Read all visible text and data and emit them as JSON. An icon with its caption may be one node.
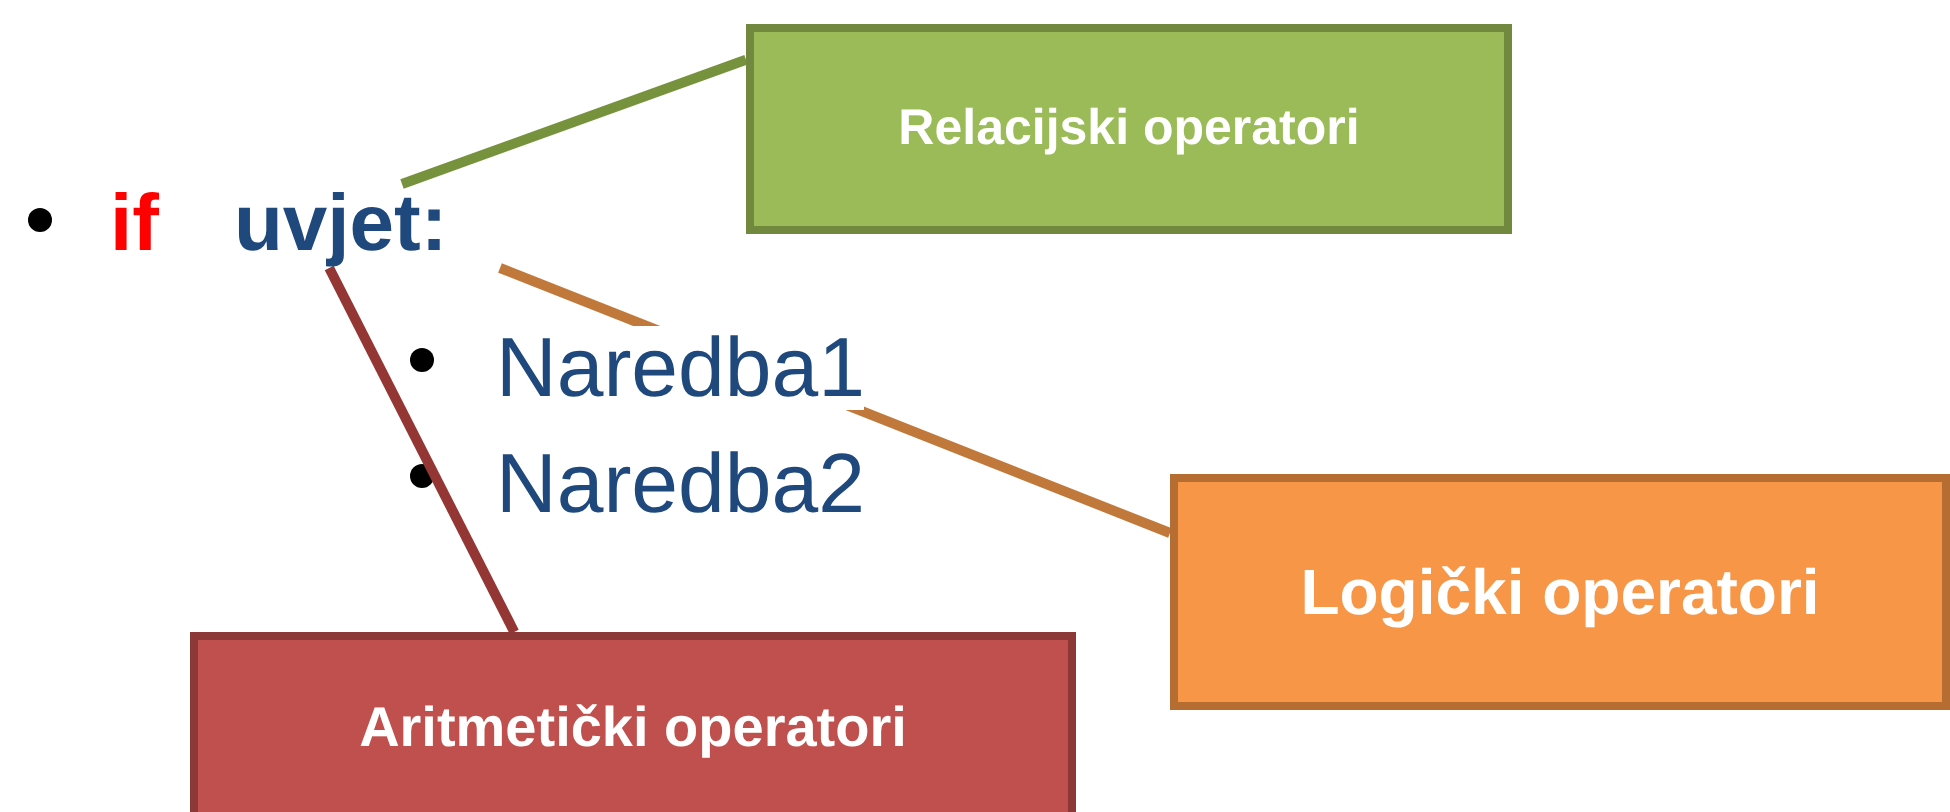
{
  "diagram": {
    "nodes": [
      {
        "text": [
          "uvjet:"
        ]
      },
      {
        "text": [
          "Relacijski operatori"
        ]
      },
      {
        "text": [
          "Logički operatori"
        ]
      },
      {
        "text": [
          "Aritmetički operatori"
        ]
      }
    ],
    "edges": [
      {
        "from": 1,
        "to": 0,
        "arrow": "none",
        "color": "#76923c"
      },
      {
        "from": 2,
        "to": 0,
        "arrow": "none",
        "color": "#c0793a"
      },
      {
        "from": 3,
        "to": 0,
        "arrow": "none",
        "color": "#943634"
      }
    ],
    "labels": [
      "if",
      "Naredba1",
      "Naredba2"
    ]
  }
}
